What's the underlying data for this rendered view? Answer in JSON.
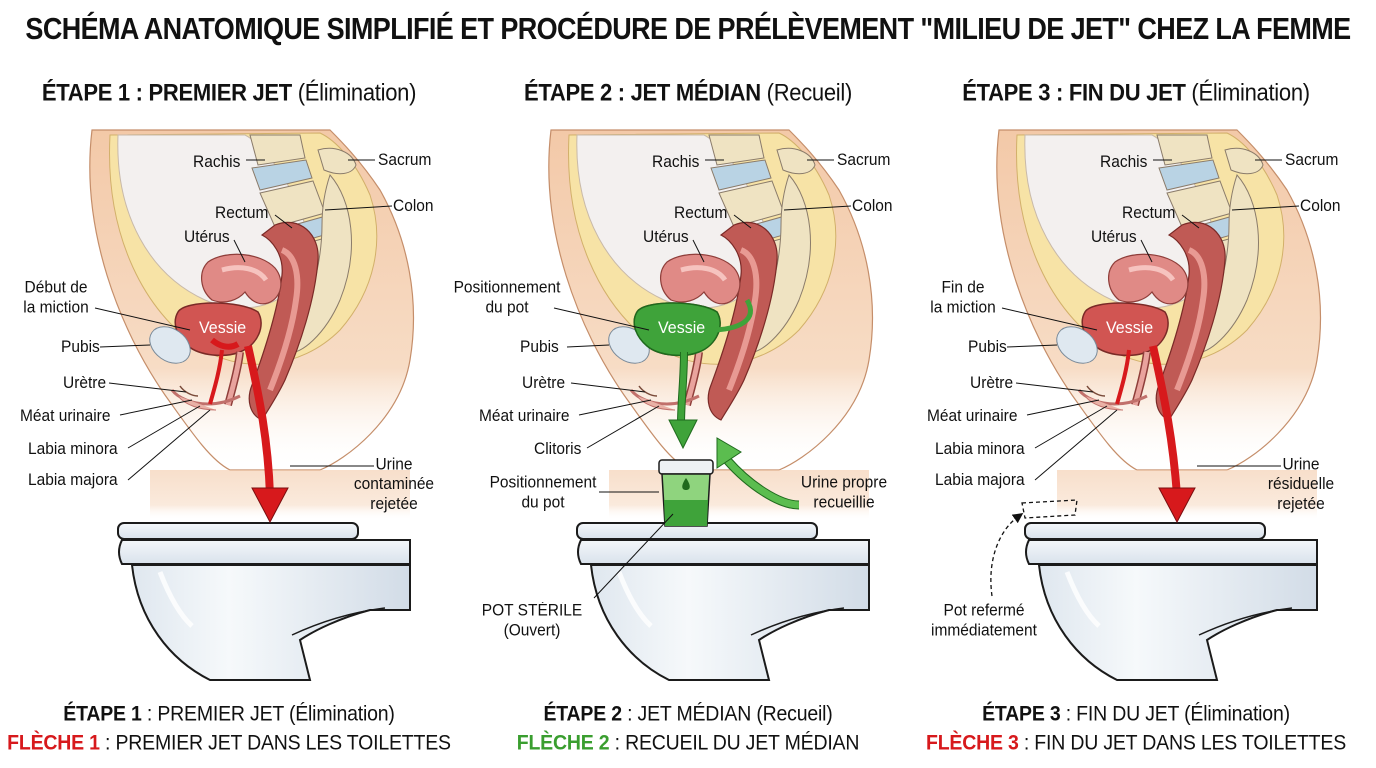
{
  "title": "SCHÉMA ANATOMIQUE SIMPLIFIÉ ET PROCÉDURE DE PRÉLÈVEMENT \"MILIEU DE JET\" CHEZ LA FEMME",
  "colors": {
    "red": "#d7191c",
    "green": "#3a9e2f",
    "skin": "#f6dcc0",
    "fat": "#f7e3a6",
    "organ": "#e08a86"
  },
  "panels": [
    {
      "head_bold": "ÉTAPE 1 : PREMIER JET",
      "head_rest": " (Élimination)",
      "labels": {
        "rachis": "Rachis",
        "sacrum": "Sacrum",
        "rectum": "Rectum",
        "colon": "Colon",
        "uterus": "Utérus",
        "vessie": "Vessie",
        "left1a": "Début de",
        "left1b": "la miction",
        "pubis": "Pubis",
        "uretre": "Urètre",
        "meat": "Méat urinaire",
        "left5": "Labia minora",
        "left6": "Labia majora",
        "right1a": "Urine",
        "right1b": "contaminée",
        "right1c": "rejetée"
      },
      "foot1_bold": "ÉTAPE 1",
      "foot1_rest": " : PREMIER JET (Élimination)",
      "foot2_colored": "FLÈCHE 1",
      "foot2_rest": " : PREMIER JET DANS LES TOILETTES"
    },
    {
      "head_bold": "ÉTAPE 2 : JET MÉDIAN",
      "head_rest": " (Recueil)",
      "labels": {
        "rachis": "Rachis",
        "sacrum": "Sacrum",
        "rectum": "Rectum",
        "colon": "Colon",
        "uterus": "Utérus",
        "vessie": "Vessie",
        "left1a": "Positionnement",
        "left1b": "du pot",
        "pubis": "Pubis",
        "uretre": "Urètre",
        "meat": "Méat urinaire",
        "clitoris": "Clitoris",
        "pos_a": "Positionnement",
        "pos_b": "du pot",
        "urine_a": "Urine propre",
        "urine_b": "recueillie",
        "pot_a": "POT STÉRILE",
        "pot_b": "(Ouvert)"
      },
      "foot1_bold": "ÉTAPE 2",
      "foot1_rest": " : JET MÉDIAN (Recueil)",
      "foot2_colored": "FLÈCHE 2",
      "foot2_rest": " : RECUEIL DU JET MÉDIAN"
    },
    {
      "head_bold": "ÉTAPE 3 : FIN DU JET",
      "head_rest": " (Élimination)",
      "labels": {
        "rachis": "Rachis",
        "sacrum": "Sacrum",
        "rectum": "Rectum",
        "colon": "Colon",
        "uterus": "Utérus",
        "vessie": "Vessie",
        "left1a": "Fin de",
        "left1b": "la miction",
        "pubis": "Pubis",
        "uretre": "Urètre",
        "meat": "Méat urinaire",
        "left5": "Labia minora",
        "left6": "Labia majora",
        "right1a": "Urine",
        "right1b": "résiduelle",
        "right1c": "rejetée",
        "pot_a": "Pot refermé",
        "pot_b": "immédiatement"
      },
      "foot1_bold": "ÉTAPE 3",
      "foot1_rest": " : FIN DU JET (Élimination)",
      "foot2_colored": "FLÈCHE 3",
      "foot2_rest": " : FIN DU JET DANS LES TOILETTES"
    }
  ]
}
